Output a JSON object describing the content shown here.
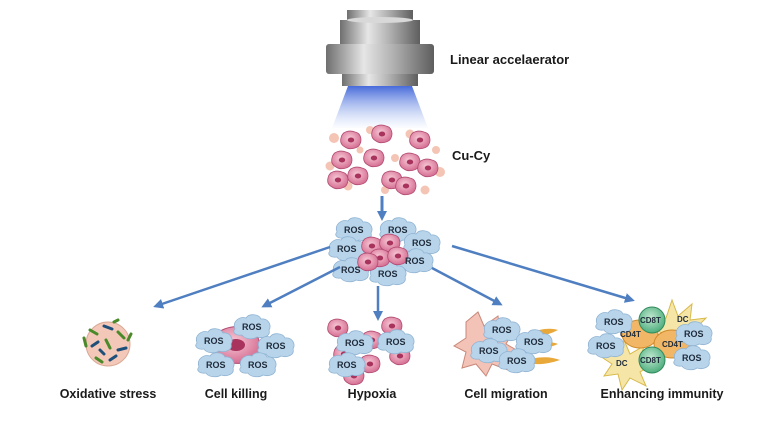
{
  "labels": {
    "linac": "Linear accelaerator",
    "cucy": "Cu-Cy"
  },
  "ros_text": "ROS",
  "outcomes": [
    {
      "label": "Oxidative stress"
    },
    {
      "label": "Cell killing"
    },
    {
      "label": "Hypoxia"
    },
    {
      "label": "Cell migration"
    },
    {
      "label": "Enhancing immunity"
    }
  ],
  "immune_tags": {
    "cd8t": "CD8T",
    "cd4t": "CD4T",
    "dc": "DC"
  },
  "colors": {
    "arrow": "#4f7fc0",
    "ros_cloud": "#b8d4ea",
    "cell_pink": "#e08aa4",
    "cell_dark": "#c45a7e",
    "dot_peach": "#f4c4b4",
    "linac_grey": "#9a9a9a",
    "beam_blue": "#5b7fe0"
  },
  "icons": [
    "linear-accelerator-icon",
    "cell-icon",
    "ros-cloud-icon",
    "nanoparticle-dot-icon",
    "flow-arrow-icon"
  ]
}
